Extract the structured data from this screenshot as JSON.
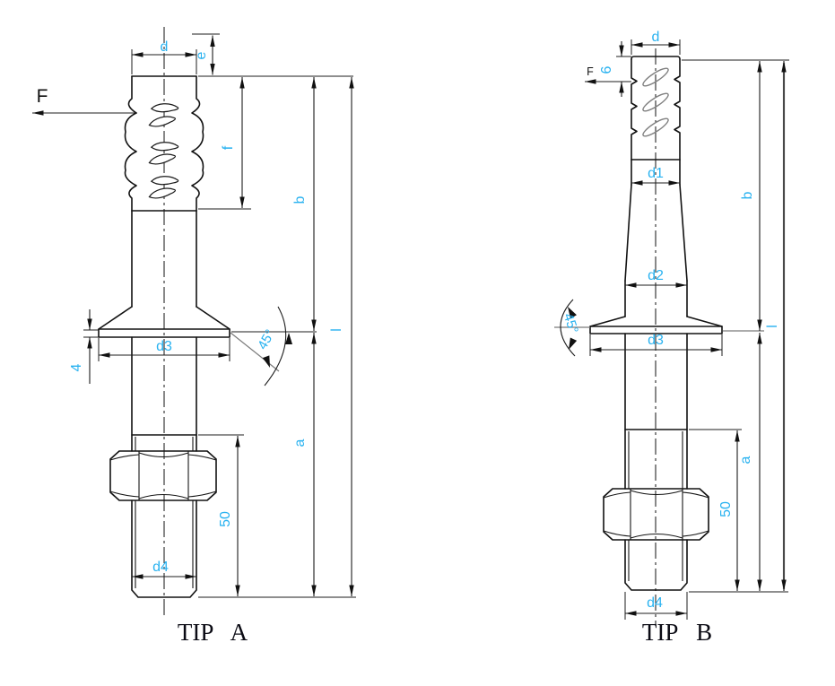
{
  "drawing": {
    "type": "technical-drawing",
    "subject": "anchor bolt types",
    "background": "#ffffff"
  },
  "colors": {
    "line": "#121212",
    "dimension_text": "#29b2f0",
    "auxiliary_gray": "#808080"
  },
  "tip_a": {
    "caption": "TIP A",
    "force_label": "F",
    "dims": {
      "d": "d",
      "e": "e",
      "f": "f",
      "b": "b",
      "l": "l",
      "a": "a",
      "d3": "d3",
      "plate_thickness": "4",
      "chamfer_angle": "45°",
      "thread_length": "50",
      "d4": "d4"
    }
  },
  "tip_b": {
    "caption": "TIP B",
    "force_label": "F",
    "dims": {
      "d": "d",
      "top_offset": "6",
      "d1": "d1",
      "d2": "d2",
      "d3": "d3",
      "b": "b",
      "l": "l",
      "a": "a",
      "chamfer_angle": "45°",
      "thread_length": "50",
      "d4": "d4"
    }
  }
}
